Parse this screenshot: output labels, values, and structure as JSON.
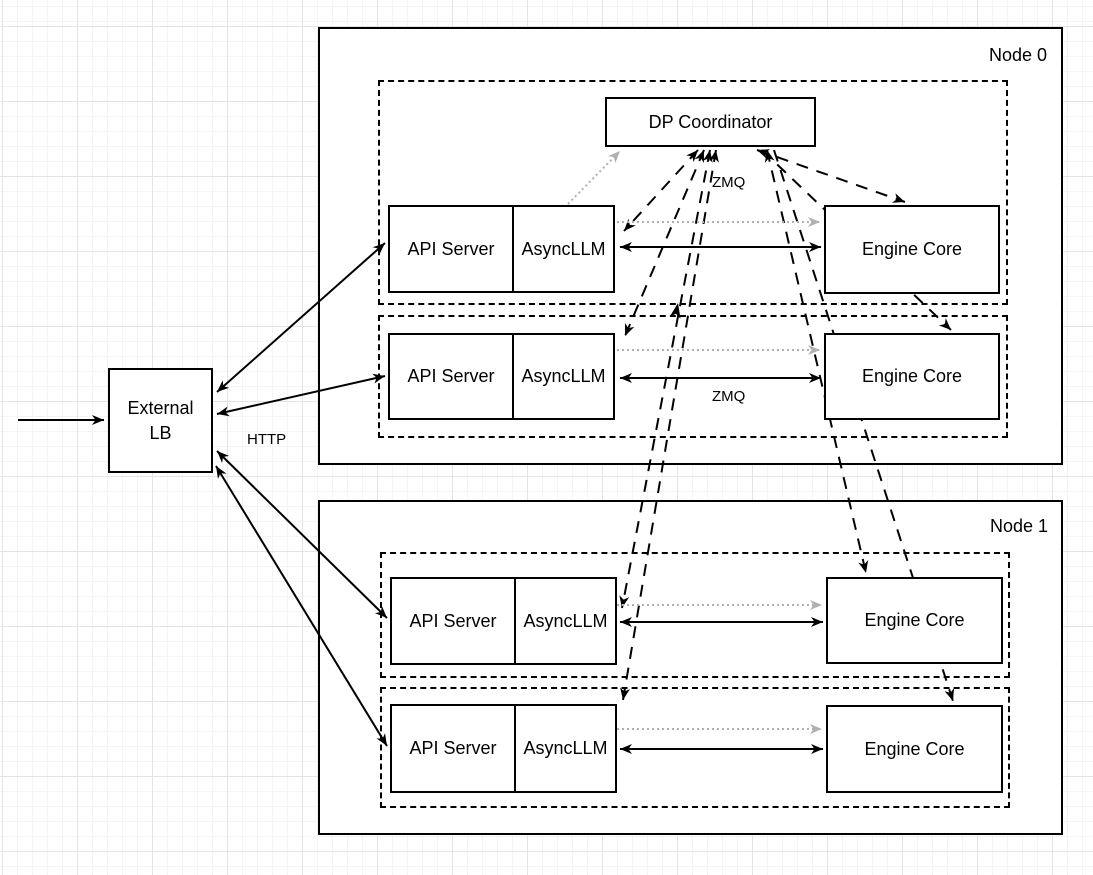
{
  "diagram": {
    "external_lb": {
      "label": "External\nLB",
      "line1": "External",
      "line2": "LB"
    },
    "edge_labels": {
      "http": "HTTP",
      "zmq_coordinator": "ZMQ",
      "zmq_row2": "ZMQ"
    },
    "node0": {
      "title": "Node 0",
      "dp_coordinator_label": "DP Coordinator",
      "rows": [
        {
          "api": "API Server",
          "async": "AsyncLLM",
          "engine": "Engine Core"
        },
        {
          "api": "API Server",
          "async": "AsyncLLM",
          "engine": "Engine Core"
        }
      ]
    },
    "node1": {
      "title": "Node 1",
      "rows": [
        {
          "api": "API Server",
          "async": "AsyncLLM",
          "engine": "Engine Core"
        },
        {
          "api": "API Server",
          "async": "AsyncLLM",
          "engine": "Engine Core"
        }
      ]
    },
    "legend": {
      "solid_line_color": "#000000",
      "dashed_line_color": "#000000",
      "dotted_line_color": "#b0b0b0",
      "shape_fill": "#ffffff",
      "shape_stroke": "#000000"
    }
  }
}
